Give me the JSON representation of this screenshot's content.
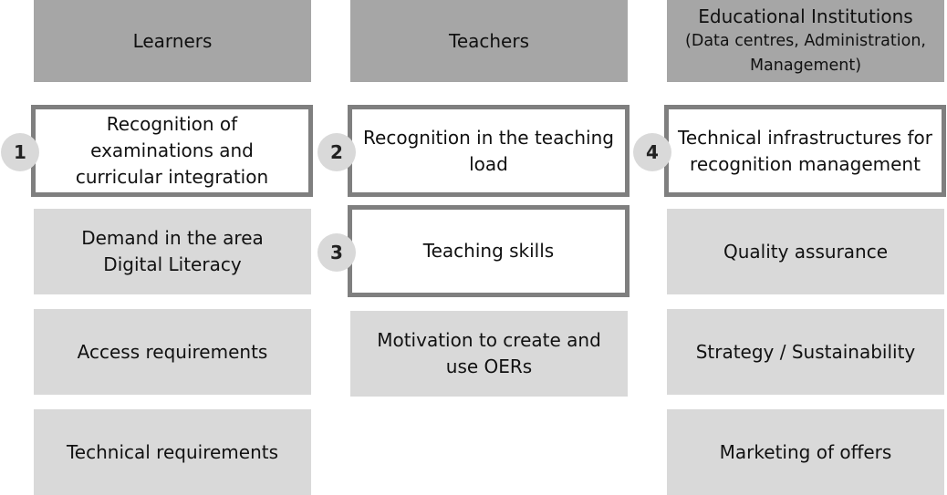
{
  "headers": {
    "learners": "Learners",
    "teachers": "Teachers",
    "institutions_title": "Educational Institutions",
    "institutions_sub1": "(Data centres, Administration,",
    "institutions_sub2": "Management)"
  },
  "learners": {
    "recognition_line1": "Recognition of",
    "recognition_line2": "examinations and",
    "recognition_line3": "curricular integration",
    "demand_line1": "Demand in the area",
    "demand_line2": "Digital Literacy",
    "access": "Access requirements",
    "technical": "Technical requirements"
  },
  "teachers": {
    "recognition_line1": "Recognition in the teaching",
    "recognition_line2": "load",
    "skills": "Teaching skills",
    "motivation_line1": "Motivation to create and",
    "motivation_line2": "use OERs"
  },
  "institutions": {
    "infra_line1": "Technical infrastructures for",
    "infra_line2": "recognition management",
    "quality": "Quality assurance",
    "strategy": "Strategy / Sustainability",
    "marketing": "Marketing of offers"
  },
  "markers": [
    "1",
    "2",
    "3",
    "4"
  ],
  "colors": {
    "header_fill": "#a6a6a6",
    "box_fill": "#d9d9d9",
    "highlight_border": "#7f7f7f",
    "marker_fill": "#d9d9d9"
  }
}
